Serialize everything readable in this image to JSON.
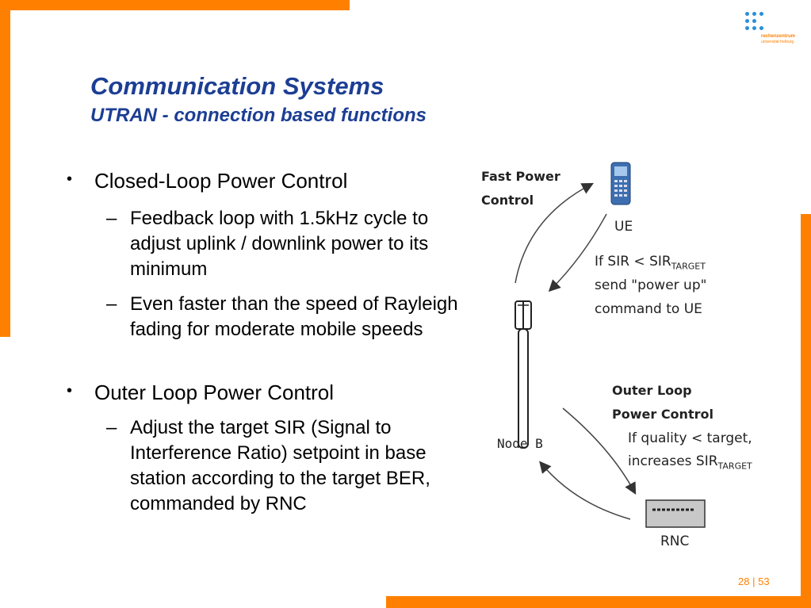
{
  "header": {
    "title": "Communication Systems",
    "subtitle": "UTRAN - connection based functions"
  },
  "logo": {
    "line1": "rechenzentrum",
    "line2": "universität freiburg"
  },
  "bullets": [
    {
      "text": "Closed-Loop Power Control",
      "subitems": [
        "Feedback loop with 1.5kHz cycle to adjust uplink / downlink power to its minimum",
        "Even faster than the speed of Rayleigh fading for moderate mobile speeds"
      ]
    },
    {
      "text": "Outer Loop Power Control",
      "subitems": [
        "Adjust the target SIR (Signal to Interference Ratio) setpoint in base station according to the target BER, commanded by RNC"
      ]
    }
  ],
  "diagram": {
    "fast_power_line1": "Fast Power",
    "fast_power_line2": "Control",
    "ue_label": "UE",
    "sir_line1": "If SIR < SIR",
    "sir_line1_sub": "TARGET",
    "sir_line2": "send \"power up\"",
    "sir_line3": "command to UE",
    "node_b_label": "Node B",
    "outer_line1": "Outer Loop",
    "outer_line2": "Power Control",
    "quality_line1": "If quality < target,",
    "quality_line2": "increases SIR",
    "quality_line2_sub": "TARGET",
    "rnc_label": "RNC"
  },
  "footer": {
    "page_current": "28",
    "page_sep": "|",
    "page_total": "53"
  },
  "colors": {
    "accent": "#ff8000",
    "title": "#1c3e94",
    "logo_dots": "#2a8fd8"
  }
}
